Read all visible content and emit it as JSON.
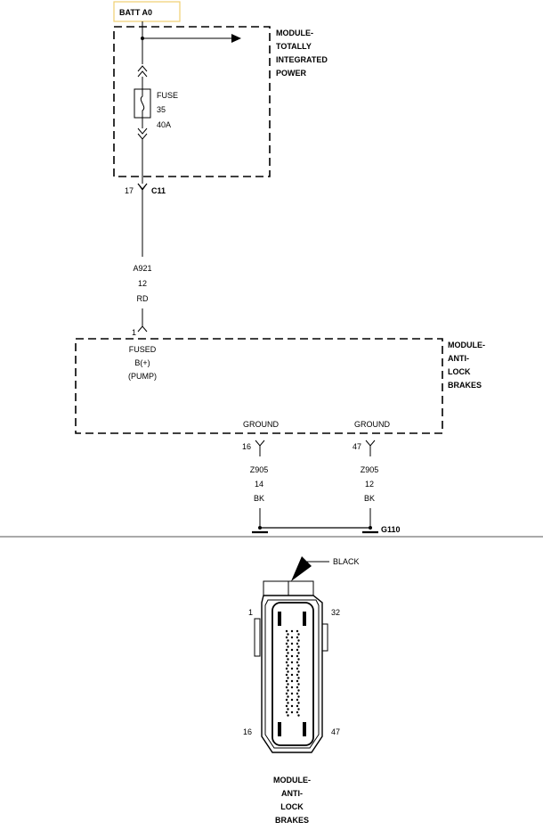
{
  "top": {
    "batt_label": "BATT A0",
    "tip_module": [
      "MODULE-",
      "TOTALLY",
      "INTEGRATED",
      "POWER"
    ],
    "fuse": {
      "label": "FUSE",
      "number": "35",
      "rating": "40A"
    },
    "c11_pin": "17",
    "c11_label": "C11",
    "wire_a921": {
      "circuit": "A921",
      "gauge": "12",
      "color": "RD"
    },
    "abs_pin1": "1",
    "abs_pin1_label": [
      "FUSED",
      "B(+)",
      "(PUMP)"
    ],
    "abs_module": [
      "MODULE-",
      "ANTI-",
      "LOCK",
      "BRAKES"
    ],
    "ground_pins": [
      {
        "header": "GROUND",
        "pin": "16",
        "circuit": "Z905",
        "gauge": "14",
        "color": "BK"
      },
      {
        "header": "GROUND",
        "pin": "47",
        "circuit": "Z905",
        "gauge": "12",
        "color": "BK"
      }
    ],
    "ground_label": "G110"
  },
  "connector": {
    "color_label": "BLACK",
    "pin_tl": "1",
    "pin_tr": "32",
    "pin_bl": "16",
    "pin_br": "47",
    "module": [
      "MODULE-",
      "ANTI-",
      "LOCK",
      "BRAKES"
    ]
  }
}
